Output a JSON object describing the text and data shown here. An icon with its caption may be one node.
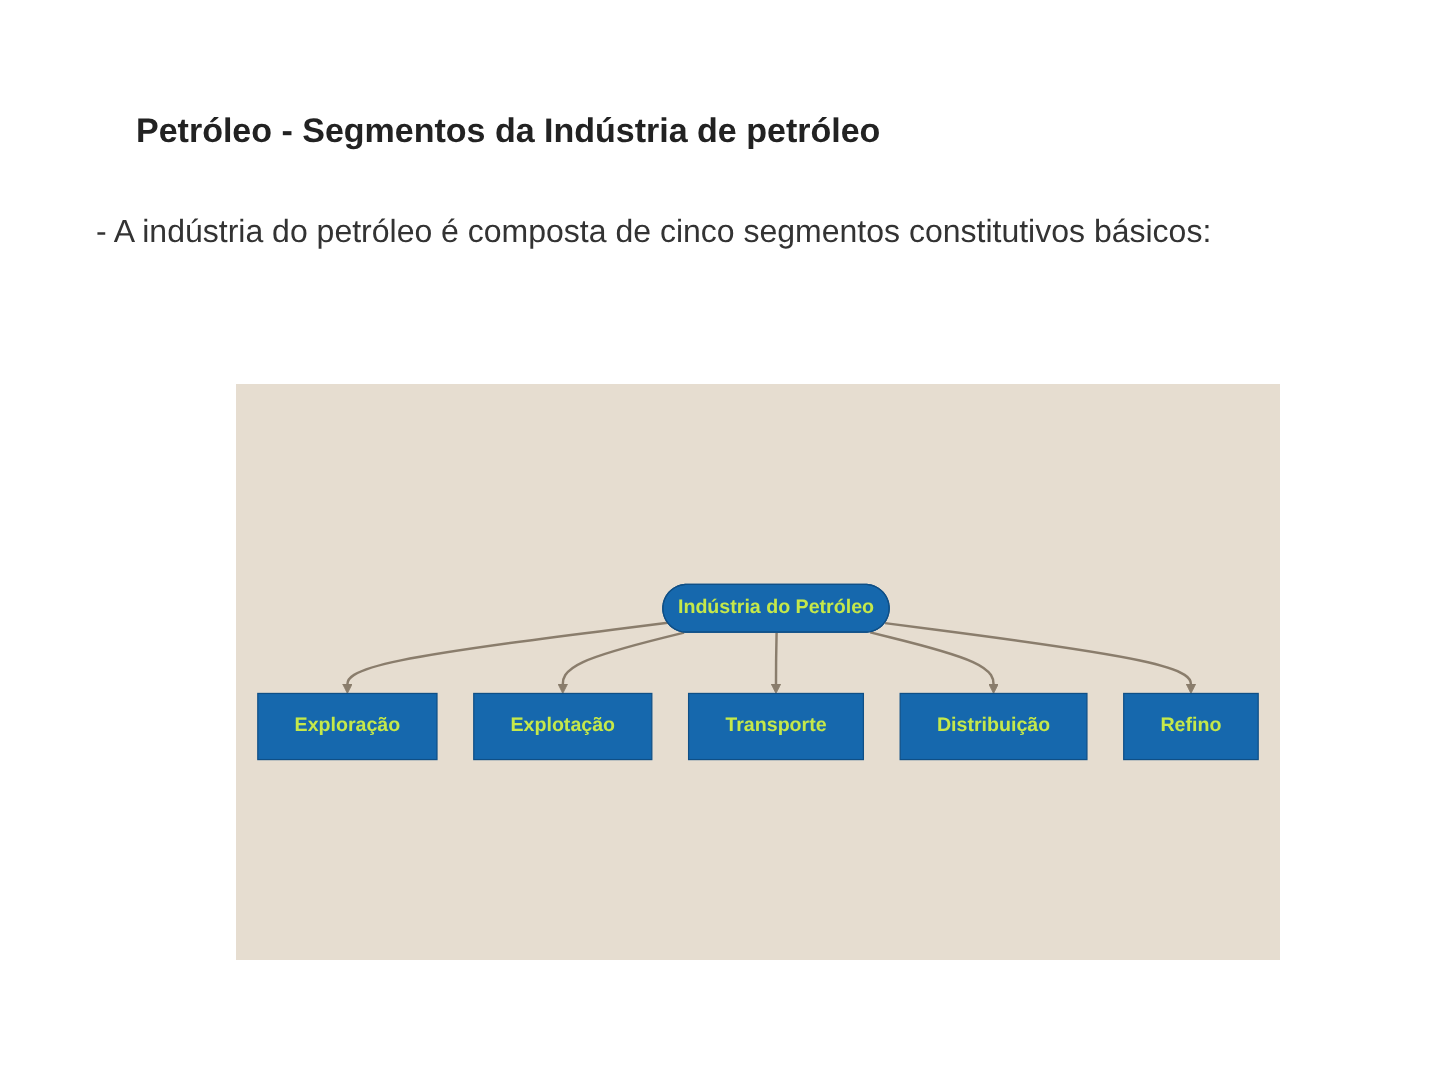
{
  "diagram": {
    "title": "Petróleo - Segmentos da Indústria de petróleo",
    "nodes": [
      {
        "text": [
          "Exploração"
        ]
      },
      {
        "text": [
          "Explotação"
        ]
      },
      {
        "text": [
          "Indústria do Petróleo"
        ]
      },
      {
        "text": [
          "Transporte"
        ]
      },
      {
        "text": [
          "Distribuição"
        ]
      },
      {
        "text": [
          "Refino"
        ]
      }
    ],
    "edges": [
      {
        "from": 2,
        "to": 0,
        "arrow": "to"
      },
      {
        "from": 2,
        "to": 1,
        "arrow": "to"
      },
      {
        "from": 2,
        "to": 3,
        "arrow": "to"
      },
      {
        "from": 2,
        "to": 4,
        "arrow": "to"
      },
      {
        "from": 2,
        "to": 5,
        "arrow": "to"
      }
    ],
    "labels": [
      "- A indústria do petróleo é composta de cinco segmentos constitutivos básicos:"
    ]
  }
}
